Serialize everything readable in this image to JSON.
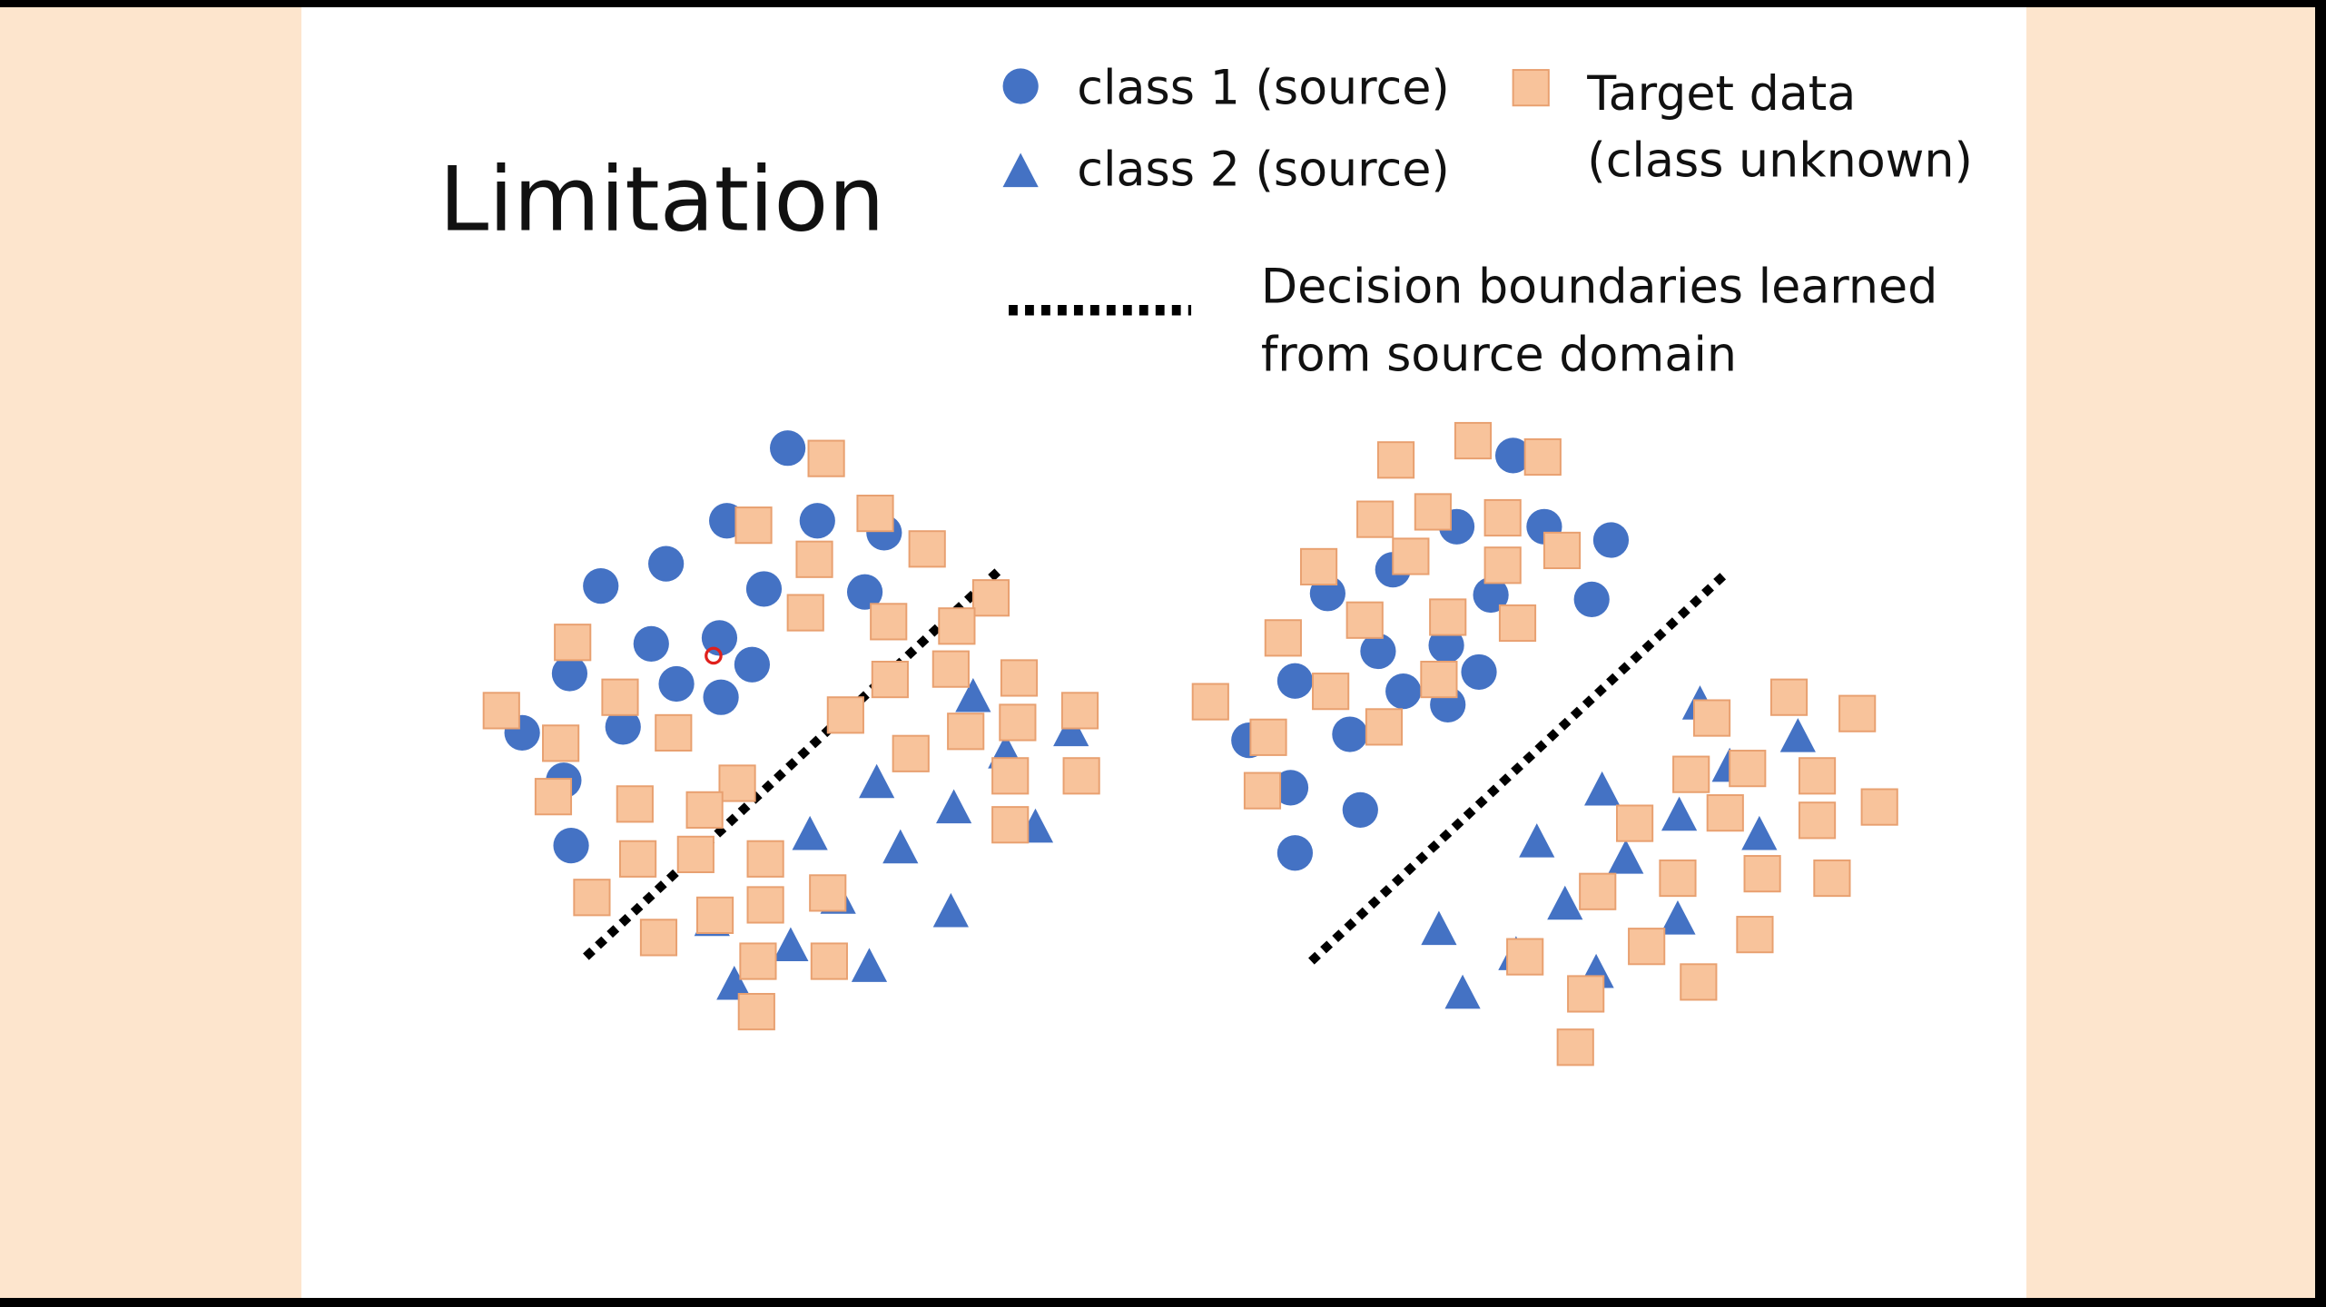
{
  "slide": {
    "title": "Limitation",
    "legend": {
      "class1": "class 1 (source)",
      "class2": "class 2 (source)",
      "target_line1": "Target data",
      "target_line2": "(class unknown)",
      "boundary_line1": "Decision boundaries learned",
      "boundary_line2": "from source domain"
    }
  },
  "colors": {
    "class1": "#4472c4",
    "class2": "#4472c4",
    "target_fill": "#f8c39b",
    "target_stroke": "#e8a070",
    "boundary": "#000000",
    "background": "#fde5cd",
    "slide": "#ffffff"
  }
}
